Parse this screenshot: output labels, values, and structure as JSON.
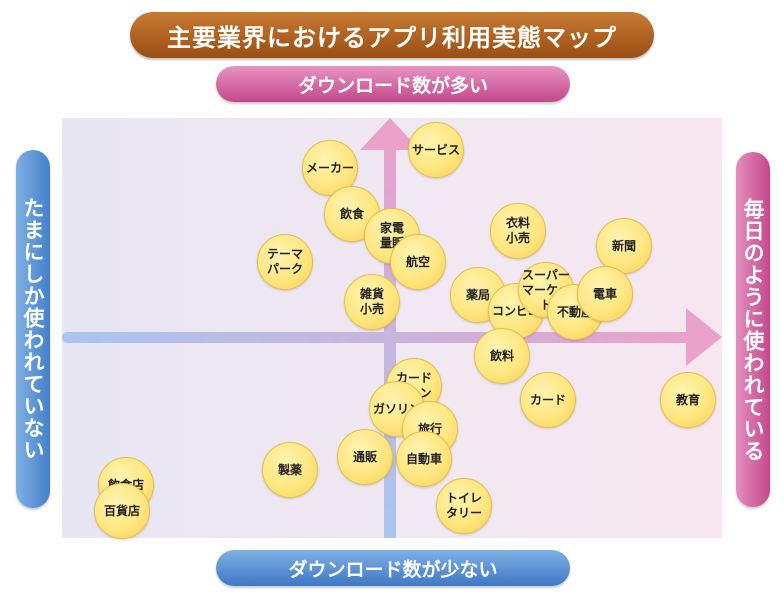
{
  "title": "主要業界におけるアプリ利用実態マップ",
  "axis_labels": {
    "top": "ダウンロード数が多い",
    "bottom": "ダウンロード数が少ない",
    "left": "たまにしか使われていない",
    "right": "毎日のように使われている"
  },
  "bubbles": [
    {
      "name": "bubble-maker",
      "label": "メーカー"
    },
    {
      "name": "bubble-service",
      "label": "サービス"
    },
    {
      "name": "bubble-food-beverage",
      "label": "飲食"
    },
    {
      "name": "bubble-home-appliance",
      "label": "家電\n量販"
    },
    {
      "name": "bubble-aviation",
      "label": "航空"
    },
    {
      "name": "bubble-theme-park",
      "label": "テーマ\nパーク"
    },
    {
      "name": "bubble-apparel-retail",
      "label": "衣料\n小売"
    },
    {
      "name": "bubble-newspaper",
      "label": "新聞"
    },
    {
      "name": "bubble-general-retail",
      "label": "雑貨\n小売"
    },
    {
      "name": "bubble-pharmacy",
      "label": "薬局"
    },
    {
      "name": "bubble-convenience-store",
      "label": "コンビニ"
    },
    {
      "name": "bubble-supermarket",
      "label": "スーパー\nマーケット"
    },
    {
      "name": "bubble-real-estate",
      "label": "不動産"
    },
    {
      "name": "bubble-railway",
      "label": "電車"
    },
    {
      "name": "bubble-beverage",
      "label": "飲料"
    },
    {
      "name": "bubble-card-loan",
      "label": "カード\nローン"
    },
    {
      "name": "bubble-gasoline",
      "label": "ガソリン"
    },
    {
      "name": "bubble-card",
      "label": "カード"
    },
    {
      "name": "bubble-education",
      "label": "教育"
    },
    {
      "name": "bubble-travel",
      "label": "旅行"
    },
    {
      "name": "bubble-mail-order",
      "label": "通販"
    },
    {
      "name": "bubble-automobile",
      "label": "自動車"
    },
    {
      "name": "bubble-pharmaceutical",
      "label": "製薬"
    },
    {
      "name": "bubble-restaurant",
      "label": "飲食店"
    },
    {
      "name": "bubble-department-store",
      "label": "百貨店"
    },
    {
      "name": "bubble-toiletry",
      "label": "トイレ\nタリー"
    }
  ]
}
